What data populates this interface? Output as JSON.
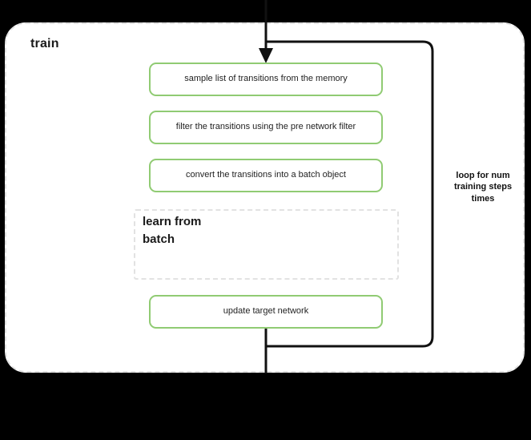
{
  "diagram": {
    "type": "flowchart",
    "title": "train",
    "background_color": "#000000",
    "panel_color": "#ffffff",
    "accent_color": "#90cb73",
    "dash_color": "#e2e2e2",
    "line_color": "#111111"
  },
  "panel": {
    "title": "train"
  },
  "steps": [
    {
      "id": "sample-transitions",
      "label": "sample list of transitions from the memory"
    },
    {
      "id": "filter-transitions",
      "label": "filter the transitions using the pre network filter"
    },
    {
      "id": "convert-batch",
      "label": "convert the transitions into a batch object"
    },
    {
      "id": "update-target",
      "label": "update target network"
    }
  ],
  "subgroup": {
    "id": "learn-from-batch",
    "label": "learn from\nbatch",
    "line_1": "learn from",
    "line_2": "batch"
  },
  "loop": {
    "id": "training-steps-loop",
    "label": "loop for num\ntraining steps\ntimes",
    "line_1": "loop for num",
    "line_2": "training steps",
    "line_3": "times"
  },
  "connectors": {
    "entry_arrow": "arrow-down-into-first-step",
    "exit_line": "line-down-out-of-panel",
    "loop_back": "loop-right-side-return"
  }
}
